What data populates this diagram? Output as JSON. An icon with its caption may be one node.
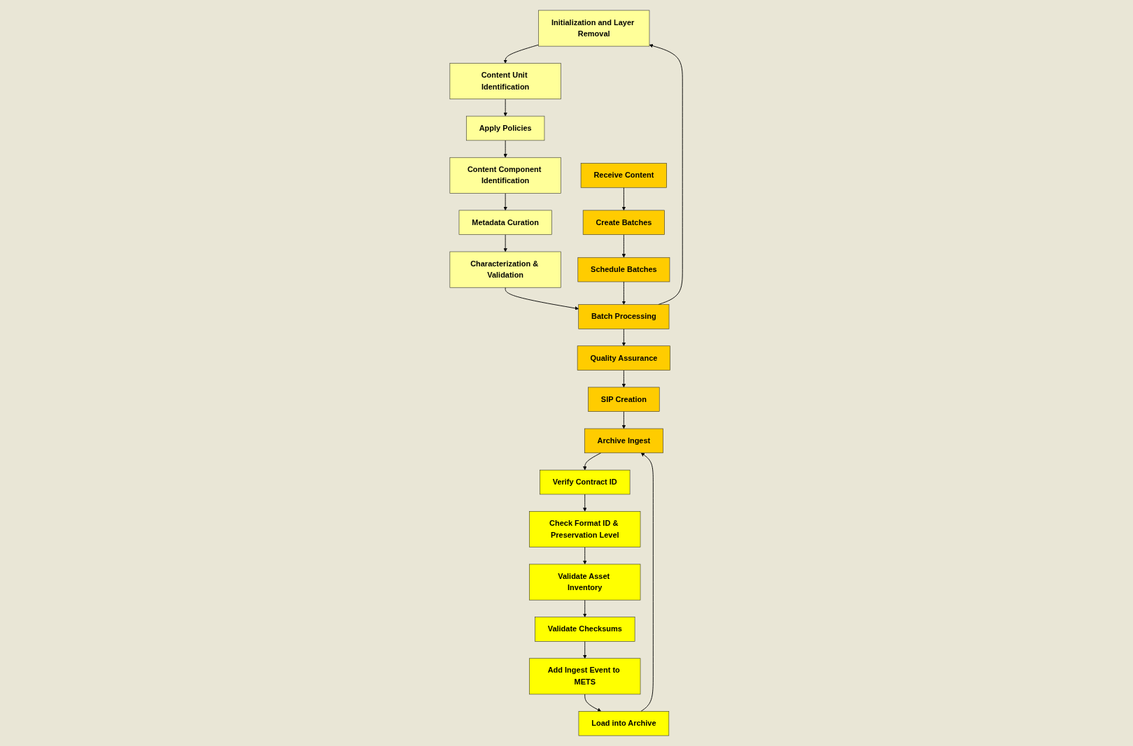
{
  "diagram": {
    "nodes": [
      {
        "text": [
          "Initialization and Layer Removal"
        ]
      },
      {
        "text": [
          "Content Unit Identification"
        ]
      },
      {
        "text": [
          "Apply Policies"
        ]
      },
      {
        "text": [
          "Content Component Identification"
        ]
      },
      {
        "text": [
          "Metadata Curation"
        ]
      },
      {
        "text": [
          "Characterization & Validation"
        ]
      },
      {
        "text": [
          "Receive Content"
        ]
      },
      {
        "text": [
          "Create Batches"
        ]
      },
      {
        "text": [
          "Schedule Batches"
        ]
      },
      {
        "text": [
          "Batch Processing"
        ]
      },
      {
        "text": [
          "Quality Assurance"
        ]
      },
      {
        "text": [
          "SIP Creation"
        ]
      },
      {
        "text": [
          "Archive Ingest"
        ]
      },
      {
        "text": [
          "Verify Contract ID"
        ]
      },
      {
        "text": [
          "Check Format ID & Preservation Level"
        ]
      },
      {
        "text": [
          "Validate Asset Inventory"
        ]
      },
      {
        "text": [
          "Validate Checksums"
        ]
      },
      {
        "text": [
          "Add Ingest Event to METS"
        ]
      },
      {
        "text": [
          "Load into Archive"
        ]
      }
    ],
    "edges": [
      {
        "from": 0,
        "to": 1,
        "arrow": "to"
      },
      {
        "from": 1,
        "to": 2,
        "arrow": "to"
      },
      {
        "from": 2,
        "to": 3,
        "arrow": "to"
      },
      {
        "from": 3,
        "to": 4,
        "arrow": "to"
      },
      {
        "from": 4,
        "to": 5,
        "arrow": "to"
      },
      {
        "from": 9,
        "to": 0,
        "arrow": "to"
      },
      {
        "from": 5,
        "to": 9,
        "arrow": "to"
      },
      {
        "from": 6,
        "to": 7,
        "arrow": "to"
      },
      {
        "from": 7,
        "to": 8,
        "arrow": "to"
      },
      {
        "from": 8,
        "to": 9,
        "arrow": "to"
      },
      {
        "from": 9,
        "to": 10,
        "arrow": "to"
      },
      {
        "from": 10,
        "to": 11,
        "arrow": "to"
      },
      {
        "from": 11,
        "to": 12,
        "arrow": "to"
      },
      {
        "from": 12,
        "to": 13,
        "arrow": "to"
      },
      {
        "from": 13,
        "to": 14,
        "arrow": "to"
      },
      {
        "from": 14,
        "to": 15,
        "arrow": "to"
      },
      {
        "from": 15,
        "to": 16,
        "arrow": "to"
      },
      {
        "from": 16,
        "to": 17,
        "arrow": "to"
      },
      {
        "from": 17,
        "to": 18,
        "arrow": "to"
      },
      {
        "from": 18,
        "to": 12,
        "arrow": "to"
      }
    ]
  }
}
